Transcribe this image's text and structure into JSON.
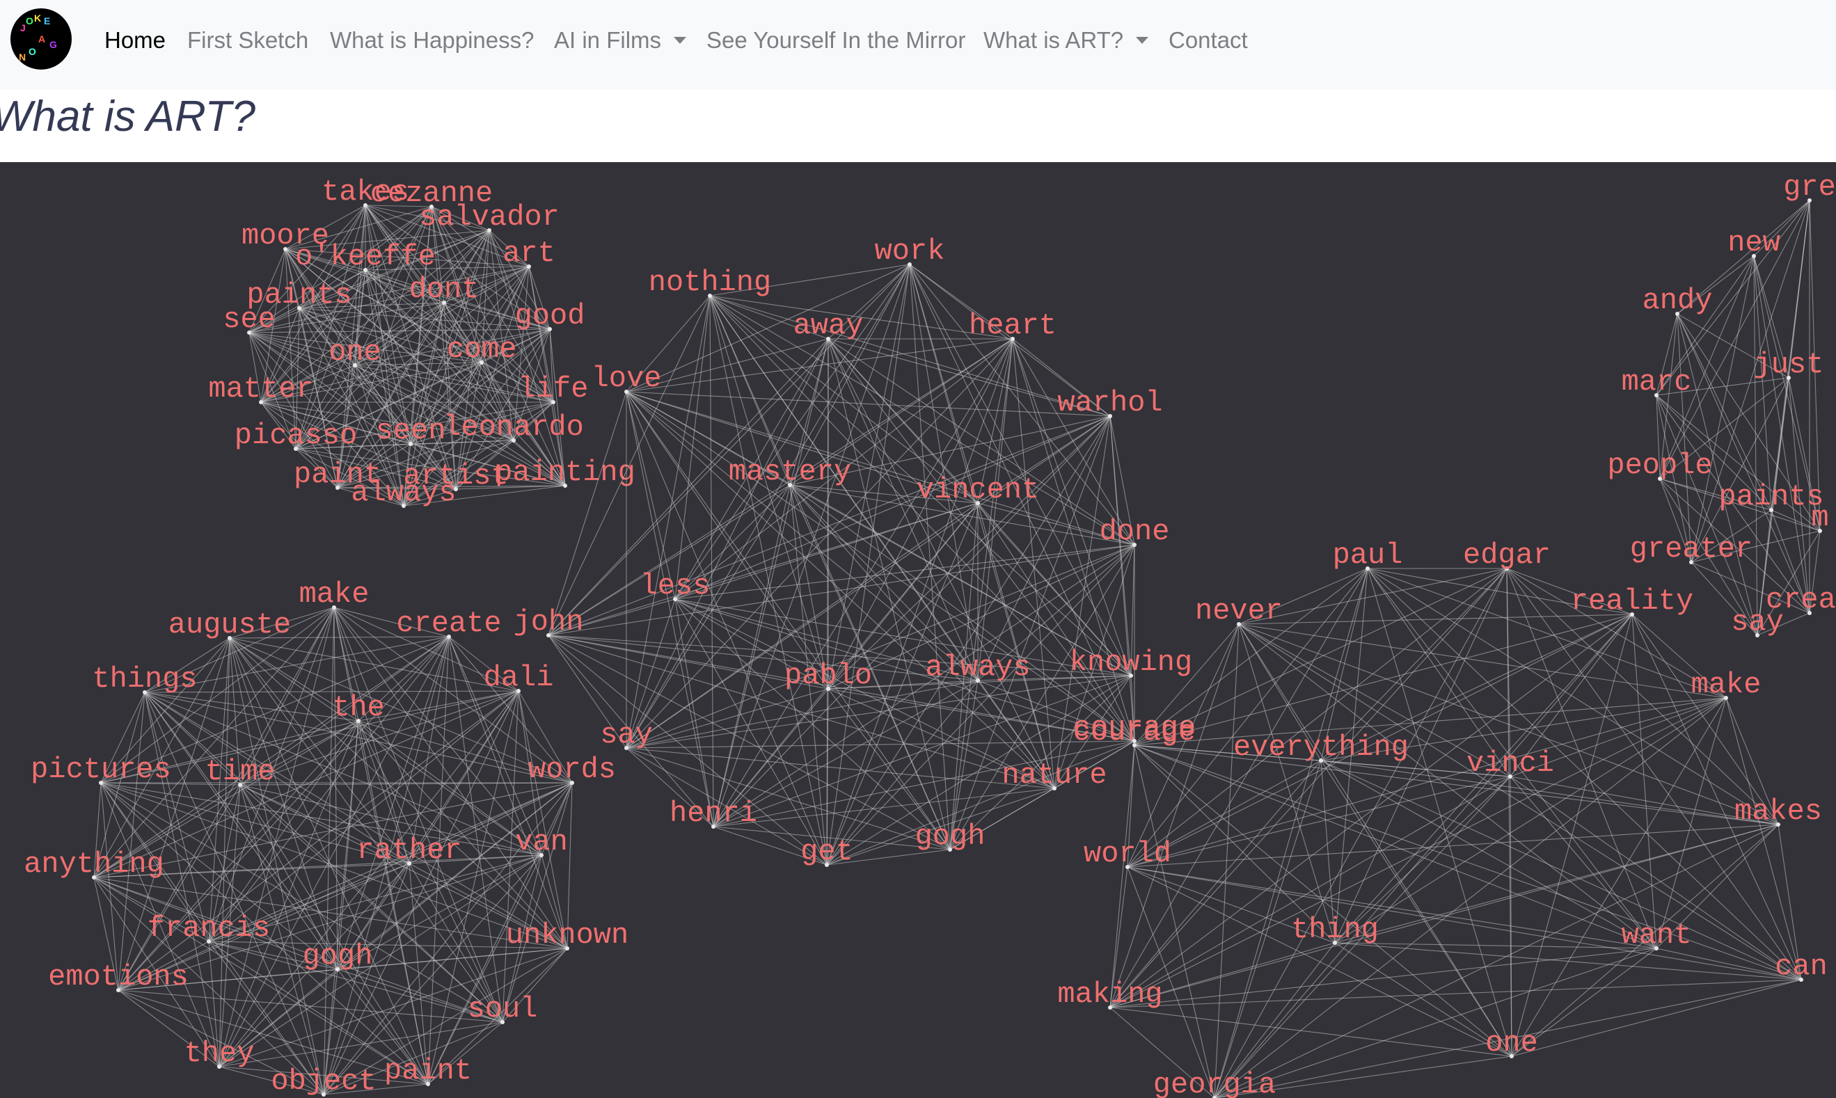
{
  "nav": {
    "logo_letters": [
      "J",
      "O",
      "K",
      "E",
      "A",
      "G",
      "O",
      "N"
    ],
    "items": [
      {
        "label": "Home",
        "active": true,
        "dropdown": false
      },
      {
        "label": "First Sketch",
        "active": false,
        "dropdown": false
      },
      {
        "label": "What is Happiness?",
        "active": false,
        "dropdown": false
      },
      {
        "label": "AI in Films",
        "active": false,
        "dropdown": true
      },
      {
        "label": "See Yourself In the Mirror",
        "active": false,
        "dropdown": false
      },
      {
        "label": "What is ART?",
        "active": false,
        "dropdown": true
      },
      {
        "label": "Contact",
        "active": false,
        "dropdown": false
      }
    ]
  },
  "page": {
    "title": "What is ART?"
  },
  "colors": {
    "word": "#f06f6f",
    "canvas": "#323238",
    "edge": "#c8c8c8"
  },
  "graphs": [
    {
      "words": [
        "takes",
        "cezanne",
        "salvador",
        "moore",
        "o'keeffe",
        "art",
        "paints",
        "dont",
        "good",
        "see",
        "one",
        "come",
        "matter",
        "life",
        "picasso",
        "seen",
        "leonardo",
        "paint",
        "artist",
        "painting",
        "always"
      ]
    },
    {
      "words": [
        "work",
        "nothing",
        "away",
        "heart",
        "love",
        "warhol",
        "mastery",
        "vincent",
        "done",
        "less",
        "john",
        "pablo",
        "always",
        "knowing",
        "say",
        "courage",
        "nature",
        "henri",
        "get",
        "gogh"
      ]
    },
    {
      "words": [
        "make",
        "auguste",
        "create",
        "things",
        "dali",
        "the",
        "pictures",
        "time",
        "words",
        "anything",
        "rather",
        "van",
        "francis",
        "unknown",
        "emotions",
        "gogh",
        "soul",
        "they",
        "object",
        "paint"
      ]
    },
    {
      "words": [
        "paul",
        "edgar",
        "never",
        "reality",
        "make",
        "everything",
        "vinci",
        "courage",
        "makes",
        "world",
        "thing",
        "want",
        "can",
        "making",
        "one",
        "georgia"
      ]
    },
    {
      "words": [
        "gre",
        "new",
        "andy",
        "just",
        "marc",
        "people",
        "paints",
        "m",
        "greater",
        "creat",
        "say"
      ]
    }
  ]
}
